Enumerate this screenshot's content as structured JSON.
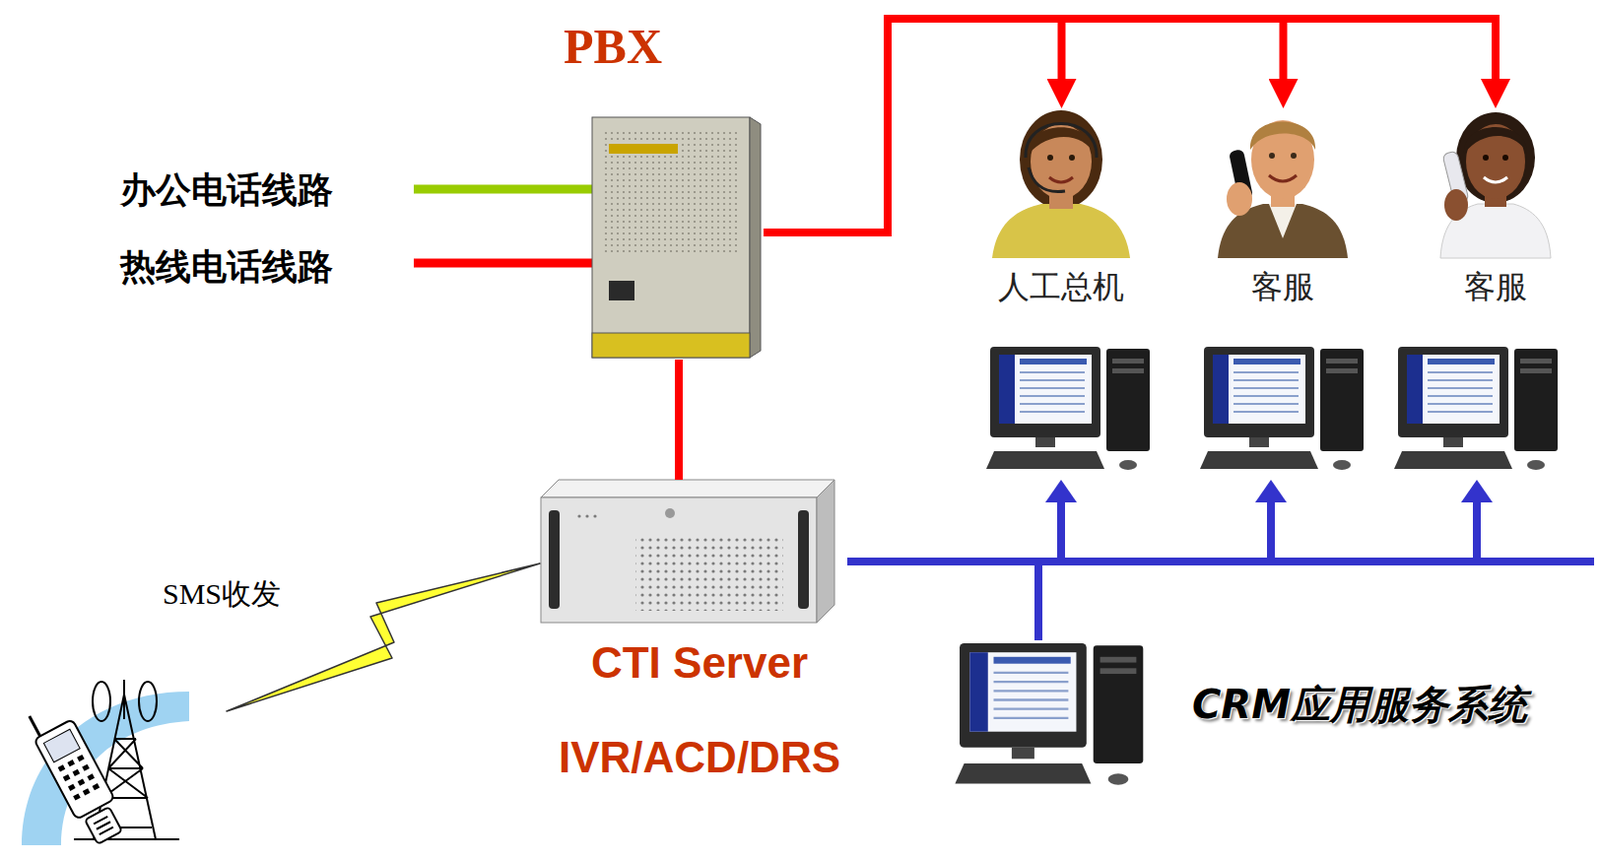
{
  "diagram": {
    "nodes": [
      {
        "text": [
          "PBX"
        ]
      },
      {
        "text": [
          "人工总机"
        ]
      },
      {
        "text": [
          "客服"
        ]
      },
      {
        "text": [
          "客服"
        ]
      },
      {
        "text": [
          "CTI Server",
          "IVR/ACD/DRS"
        ]
      },
      {
        "text": [
          "CRM应用服务系统"
        ]
      }
    ],
    "edges": [
      {
        "from": 0,
        "to": 1,
        "arrow": "to"
      },
      {
        "from": 0,
        "to": 2,
        "arrow": "to"
      },
      {
        "from": 0,
        "to": 3,
        "arrow": "to"
      },
      {
        "from": 0,
        "to": 4,
        "arrow": "none"
      },
      {
        "from": 4,
        "to": 5,
        "arrow": "none"
      }
    ],
    "labels": [
      "办公电话线路",
      "热线电话线路",
      "SMS收发"
    ]
  }
}
